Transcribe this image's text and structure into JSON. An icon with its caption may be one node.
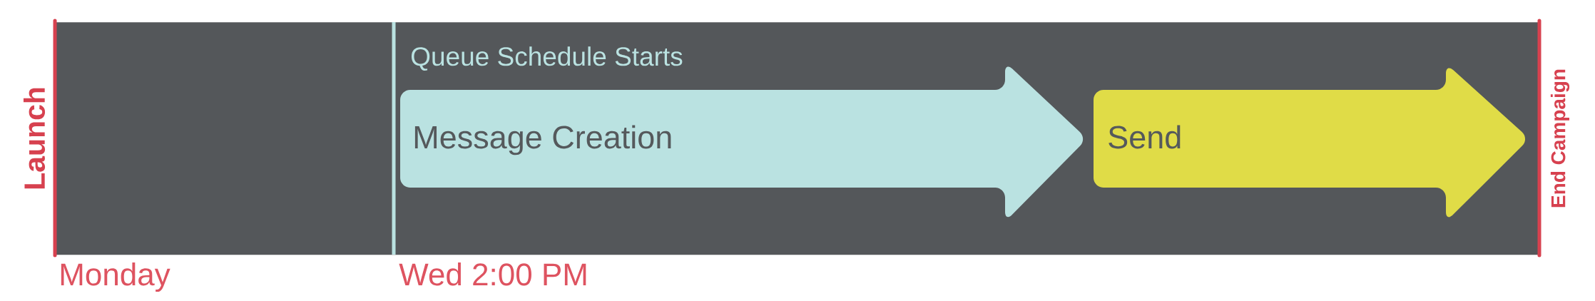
{
  "diagram": {
    "nodes": [
      {
        "text": [],
        "shape": "box"
      },
      {
        "text": [
          "Message Creation"
        ],
        "in": 0
      },
      {
        "text": [
          "Send"
        ],
        "in": 0
      }
    ],
    "labels": [
      "Launch",
      "Queue Schedule Starts",
      "End Campaign",
      "Monday",
      "Wed 2:00 PM"
    ]
  }
}
